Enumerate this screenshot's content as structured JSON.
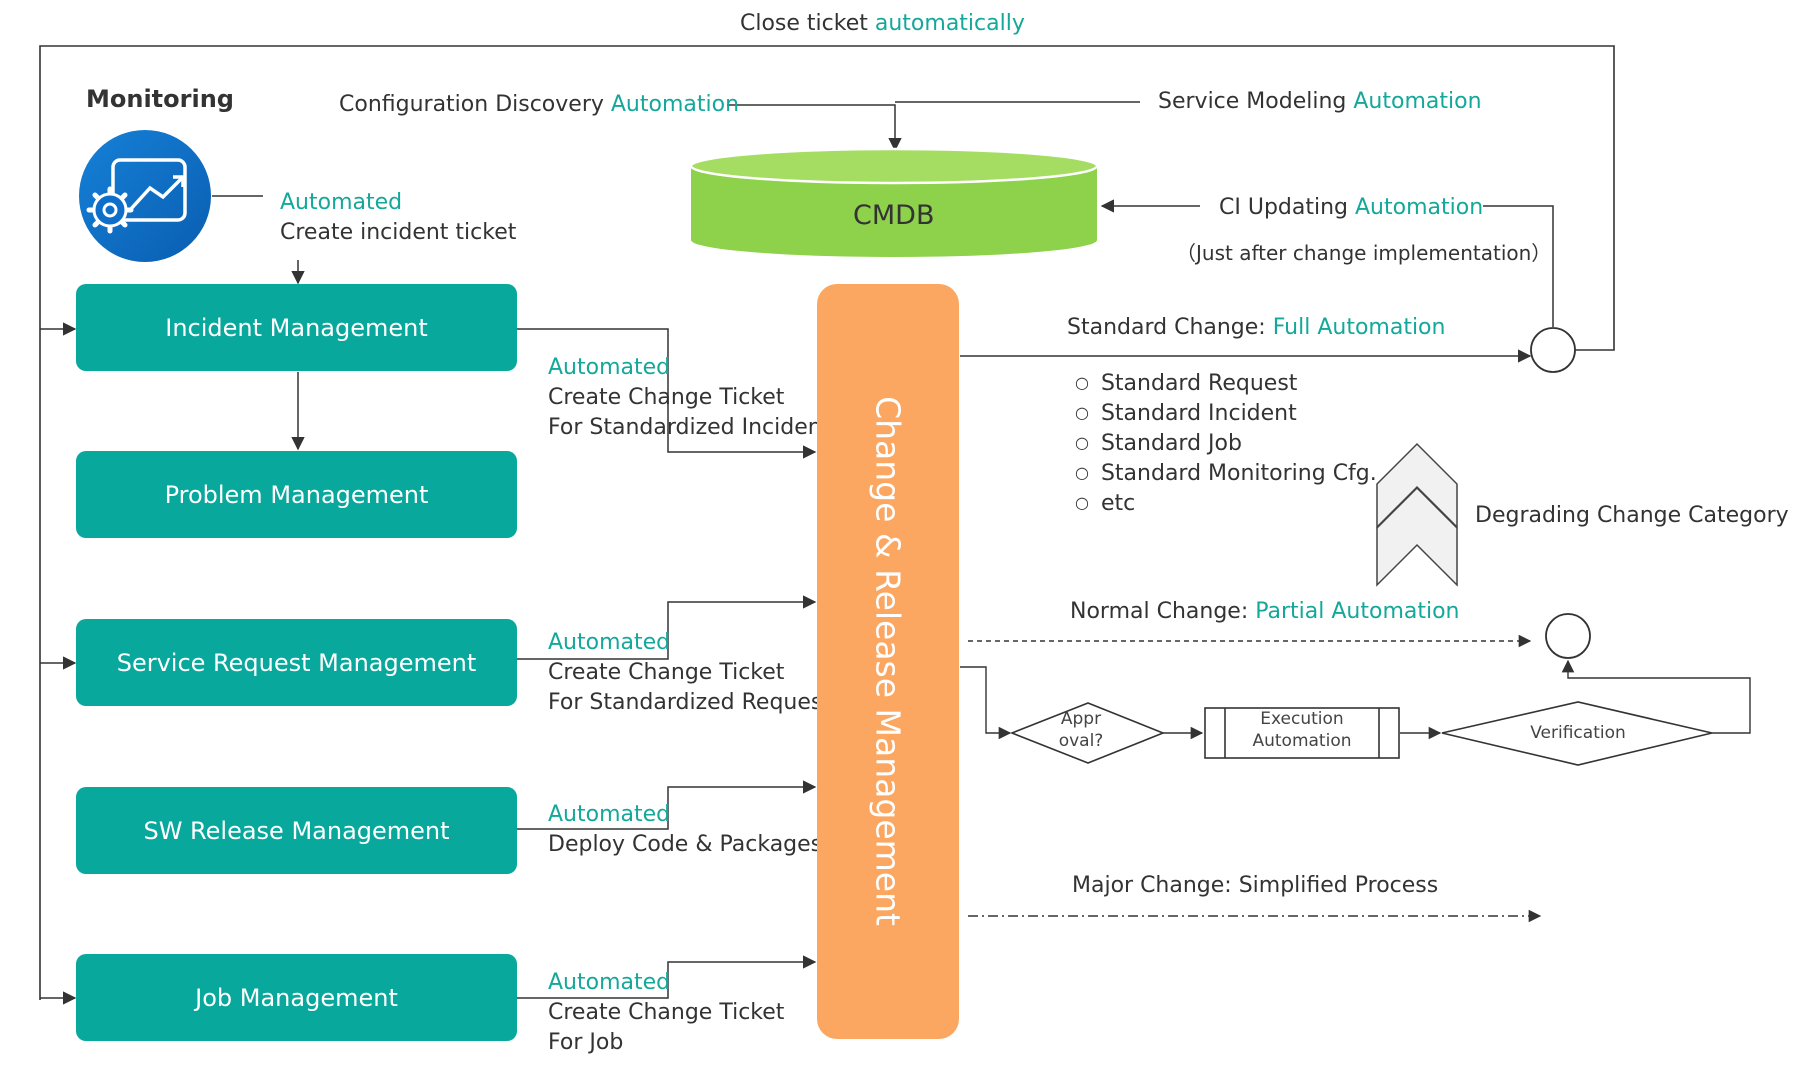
{
  "close_loop": {
    "text": "Close ticket ",
    "accent": "automatically"
  },
  "monitoring": {
    "title": "Monitoring",
    "icon": "monitoring-gear-chart-icon",
    "auto": "Automated",
    "action": "Create incident ticket"
  },
  "cmdb": {
    "label": "CMDB",
    "config_discovery": {
      "text": "Configuration Discovery ",
      "accent": "Automation"
    },
    "service_modeling": {
      "text": "Service Modeling ",
      "accent": "Automation"
    },
    "ci_updating": {
      "text": "CI Updating ",
      "accent": "Automation",
      "note": "（Just after change implementation）"
    }
  },
  "processes": {
    "incident": "Incident Management",
    "problem": "Problem Management",
    "service_request": "Service Request Management",
    "sw_release": "SW Release Management",
    "job": "Job Management"
  },
  "links": {
    "incident": {
      "auto": "Automated",
      "line1": "Create Change Ticket",
      "line2": "For Standardized Incident"
    },
    "service_request": {
      "auto": "Automated",
      "line1": "Create Change Ticket",
      "line2": "For Standardized Request"
    },
    "sw_release": {
      "auto": "Automated",
      "line1": "Deploy Code & Packages"
    },
    "job": {
      "auto": "Automated",
      "line1": "Create Change Ticket",
      "line2": "For Job"
    }
  },
  "change_release": "Change & Release Management",
  "standard_change": {
    "label": "Standard Change: ",
    "accent": "Full Automation",
    "items": [
      "Standard Request",
      "Standard Incident",
      "Standard Job",
      "Standard Monitoring Cfg.",
      "etc"
    ]
  },
  "degrading": "Degrading Change Category",
  "normal_change": {
    "label": "Normal Change: ",
    "accent": "Partial Automation",
    "approval_line1": "Appr",
    "approval_line2": "oval?",
    "execution_line1": "Execution",
    "execution_line2": "Automation",
    "verification": "Verification"
  },
  "major_change": "Major Change: Simplified Process",
  "colors": {
    "teal": "#08a89c",
    "orange": "#fba761",
    "green": "#8ed14a",
    "accent_text": "#14a89a",
    "monitor_blue": "#0a6bc4"
  }
}
